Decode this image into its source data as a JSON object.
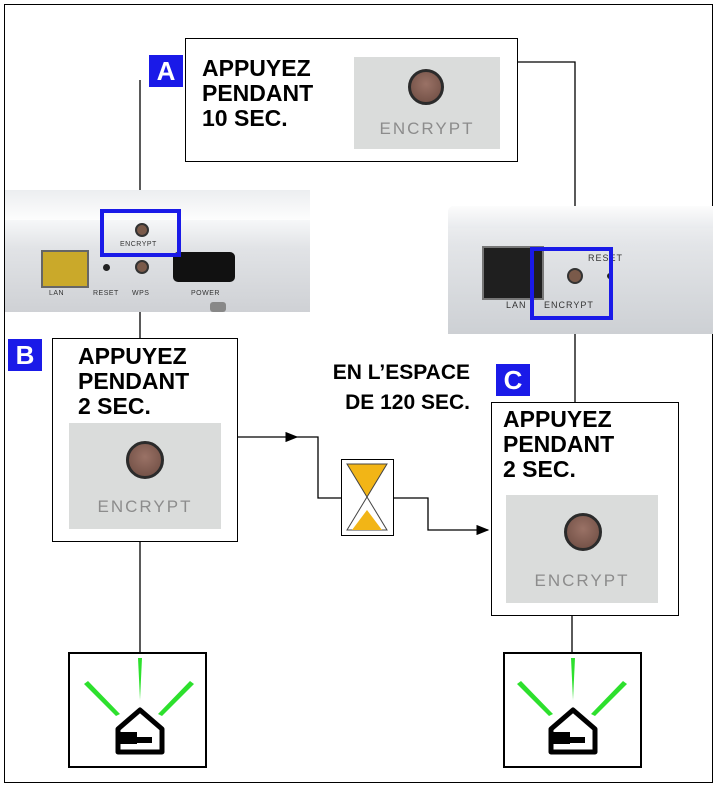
{
  "labels": {
    "a": "A",
    "b": "B",
    "c": "C"
  },
  "step_a": {
    "line1": "APPUYEZ",
    "line2": "PENDANT",
    "line3": "10 SEC."
  },
  "step_b": {
    "line1": "APPUYEZ",
    "line2": "PENDANT",
    "line3": "2 SEC."
  },
  "step_c": {
    "line1": "APPUYEZ",
    "line2": "PENDANT",
    "line3": "2 SEC."
  },
  "window": {
    "line1": "EN L’ESPACE",
    "line2": "DE 120 SEC."
  },
  "button_label": "ENCRYPT",
  "device_left": {
    "lan": "LAN",
    "reset": "RESET",
    "wps": "WPS",
    "power": "POWER",
    "encrypt": "ENCRYPT"
  },
  "device_right": {
    "lan": "LAN",
    "reset": "RESET",
    "encrypt": "ENCRYPT"
  },
  "colors": {
    "highlight": "#1a1ae8",
    "badge": "#1a1ae8",
    "led_rays": "#2de02d",
    "sand": "#f2b516"
  },
  "icons": [
    "encrypt-button-icon",
    "hourglass-icon",
    "powerline-house-icon",
    "led-ray-icon"
  ]
}
